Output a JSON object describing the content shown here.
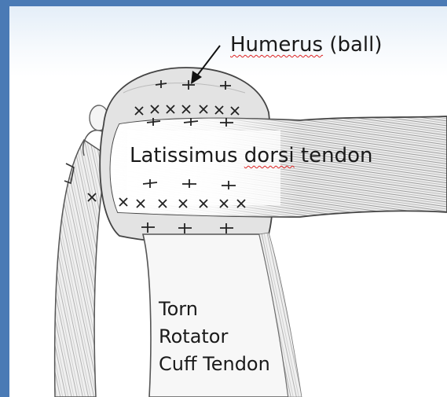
{
  "labels": {
    "humerus": {
      "word": "Humerus",
      "rest": " (ball)"
    },
    "latissimus": {
      "part1": "Latissimus ",
      "part2": "dorsi",
      "part3": " tendon"
    },
    "torn": [
      "Torn",
      "Rotator",
      "Cuff Tendon"
    ]
  },
  "colors": {
    "frame": "#4a7ab5",
    "ink": "#1a1a1a",
    "spellcheck_underline": "#d22"
  }
}
